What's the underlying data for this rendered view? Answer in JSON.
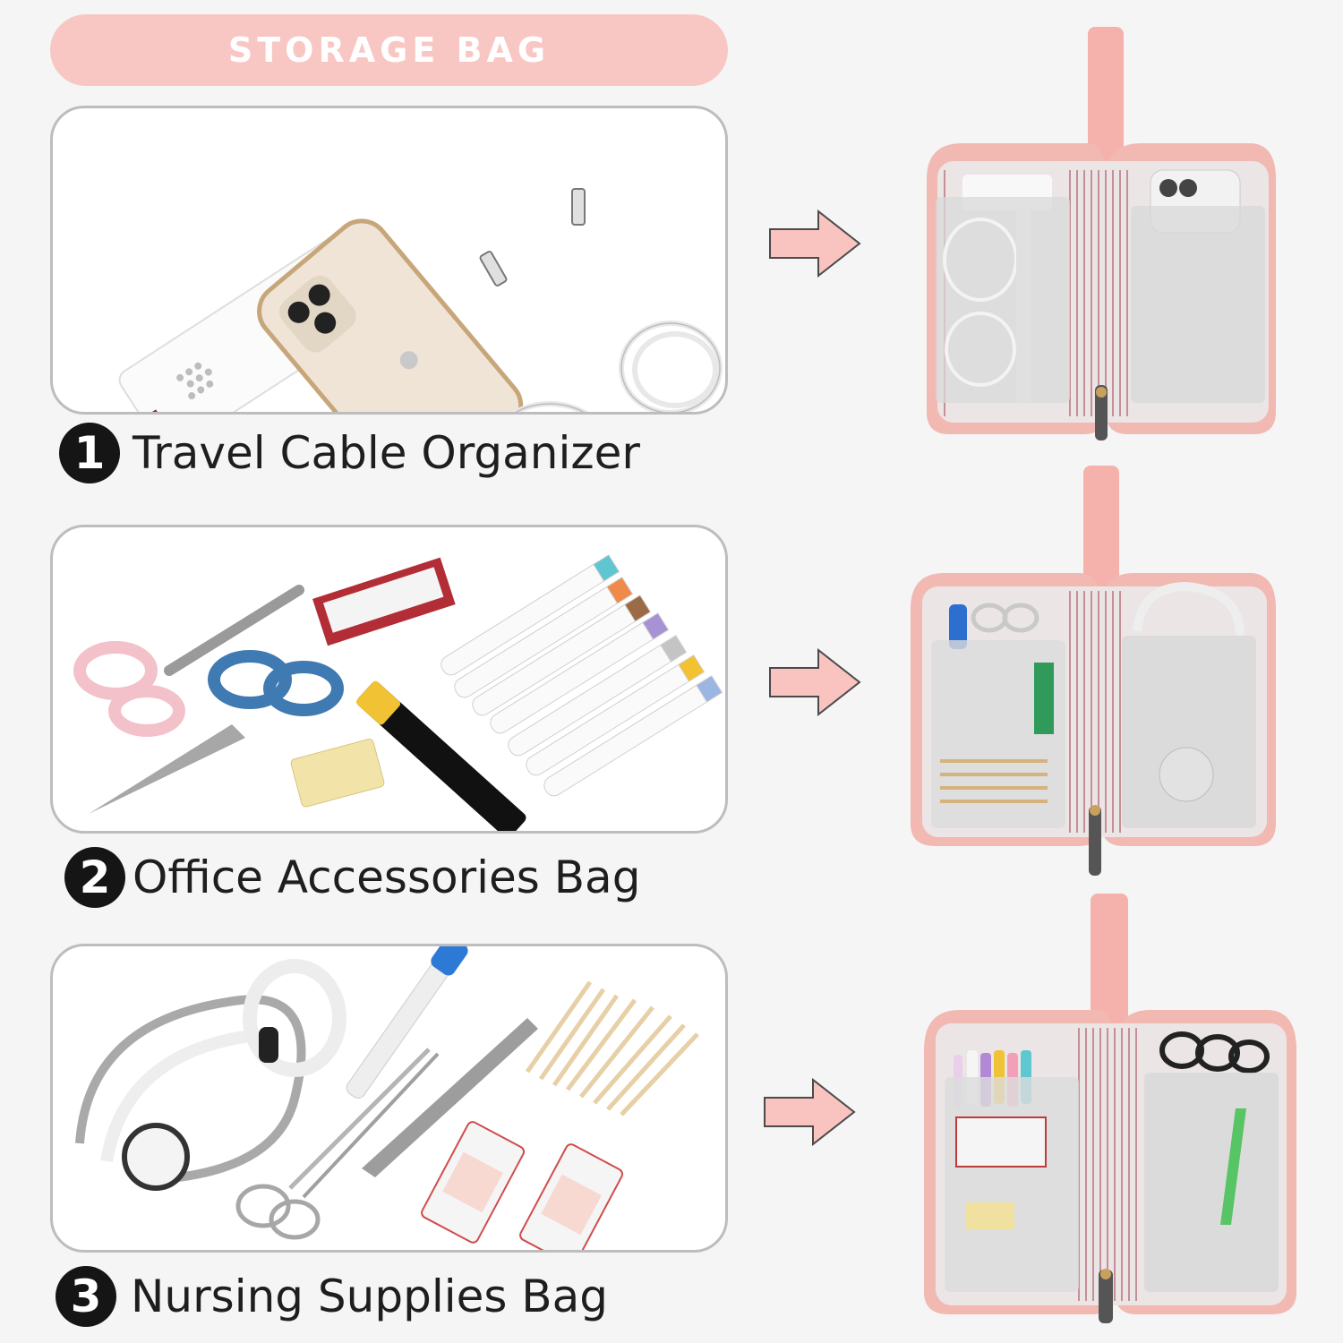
{
  "header": {
    "title": "STORAGE BAG"
  },
  "sections": [
    {
      "number": "1",
      "label": "Travel Cable Organizer"
    },
    {
      "number": "2",
      "label": "Office Accessories Bag"
    },
    {
      "number": "3",
      "label": "Nursing Supplies Bag"
    }
  ],
  "colors": {
    "accent_pink": "#f8c7c4",
    "arrow_fill": "#f9c4c0",
    "arrow_stroke": "#4a4a4a",
    "badge": "#151515",
    "text": "#1e1e1e",
    "bag_shell": "#f2b8b2",
    "bag_lining_stripe": "#b87e84"
  },
  "icons": [
    "right-arrow-icon"
  ]
}
